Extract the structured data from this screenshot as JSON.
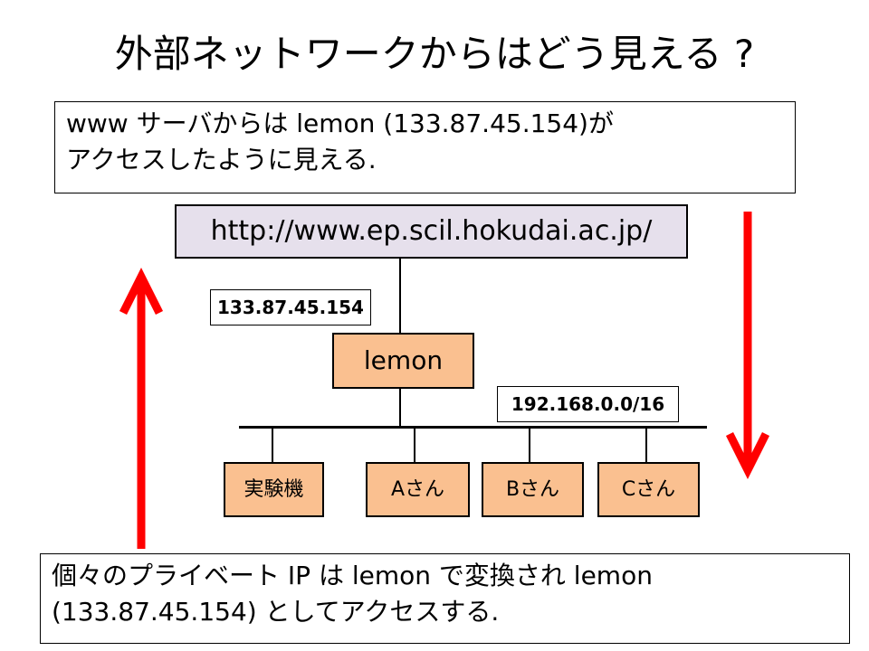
{
  "title": "外部ネットワークからはどう見える ?",
  "top_note": {
    "line1": "www サーバからは lemon (133.87.45.154)が",
    "line2": "アクセスしたように見える."
  },
  "server_url": "http://www.ep.scil.hokudai.ac.jp/",
  "external_ip": "133.87.45.154",
  "gateway": "lemon",
  "subnet": "192.168.0.0/16",
  "hosts": [
    "実験機",
    "Aさん",
    "Bさん",
    "Cさん"
  ],
  "bottom_note": {
    "line1": "個々のプライベート IP は lemon で変換され lemon",
    "line2": "(133.87.45.154) としてアクセスする."
  },
  "colors": {
    "server_fill": "#e6e0ec",
    "node_fill": "#fac090",
    "arrow": "#ff0000"
  }
}
